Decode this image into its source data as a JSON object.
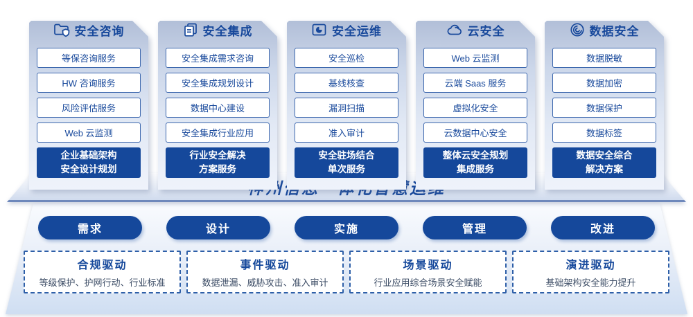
{
  "colors": {
    "primary_blue": "#15489B",
    "text_blue": "#17489B",
    "box_border_blue": "#3B66AD",
    "dashed_border_blue": "#2E5FA8",
    "banner_underline": "#6E88BB",
    "card_gradient_top": "#B2BFD8",
    "card_gradient_bottom": "#EFF3FB"
  },
  "columns": [
    {
      "title": "安全咨询",
      "icon": "folder-shield-icon",
      "items": [
        "等保咨询服务",
        "HW 咨询服务",
        "风险评估服务",
        "Web 云监测"
      ],
      "highlight": [
        "企业基础架构",
        "安全设计规划"
      ]
    },
    {
      "title": "安全集成",
      "icon": "documents-icon",
      "items": [
        "安全集成需求咨询",
        "安全集成规划设计",
        "数据中心建设",
        "安全集成行业应用"
      ],
      "highlight": [
        "行业安全解决",
        "方案服务"
      ]
    },
    {
      "title": "安全运维",
      "icon": "folder-pie-chart-icon",
      "items": [
        "安全巡检",
        "基线核查",
        "漏洞扫描",
        "准入审计"
      ],
      "highlight": [
        "安全驻场结合",
        "单次服务"
      ]
    },
    {
      "title": "云安全",
      "icon": "cloud-icon",
      "items": [
        "Web 云监测",
        "云端 Saas 服务",
        "虚拟化安全",
        "云数据中心安全"
      ],
      "highlight": [
        "整体云安全规划",
        "集成服务"
      ]
    },
    {
      "title": "数据安全",
      "icon": "data-spiral-icon",
      "items": [
        "数据脱敏",
        "数据加密",
        "数据保护",
        "数据标签"
      ],
      "highlight": [
        "数据安全综合",
        "解决方案"
      ]
    }
  ],
  "banner": {
    "title": "神州信息一体化智慧运维"
  },
  "pills": [
    "需求",
    "设计",
    "实施",
    "管理",
    "改进"
  ],
  "drivers": [
    {
      "title": "合规驱动",
      "desc": "等级保护、护网行动、行业标准"
    },
    {
      "title": "事件驱动",
      "desc": "数据泄漏、威胁攻击、准入审计"
    },
    {
      "title": "场景驱动",
      "desc": "行业应用综合场景安全赋能"
    },
    {
      "title": "演进驱动",
      "desc": "基础架构安全能力提升"
    }
  ]
}
